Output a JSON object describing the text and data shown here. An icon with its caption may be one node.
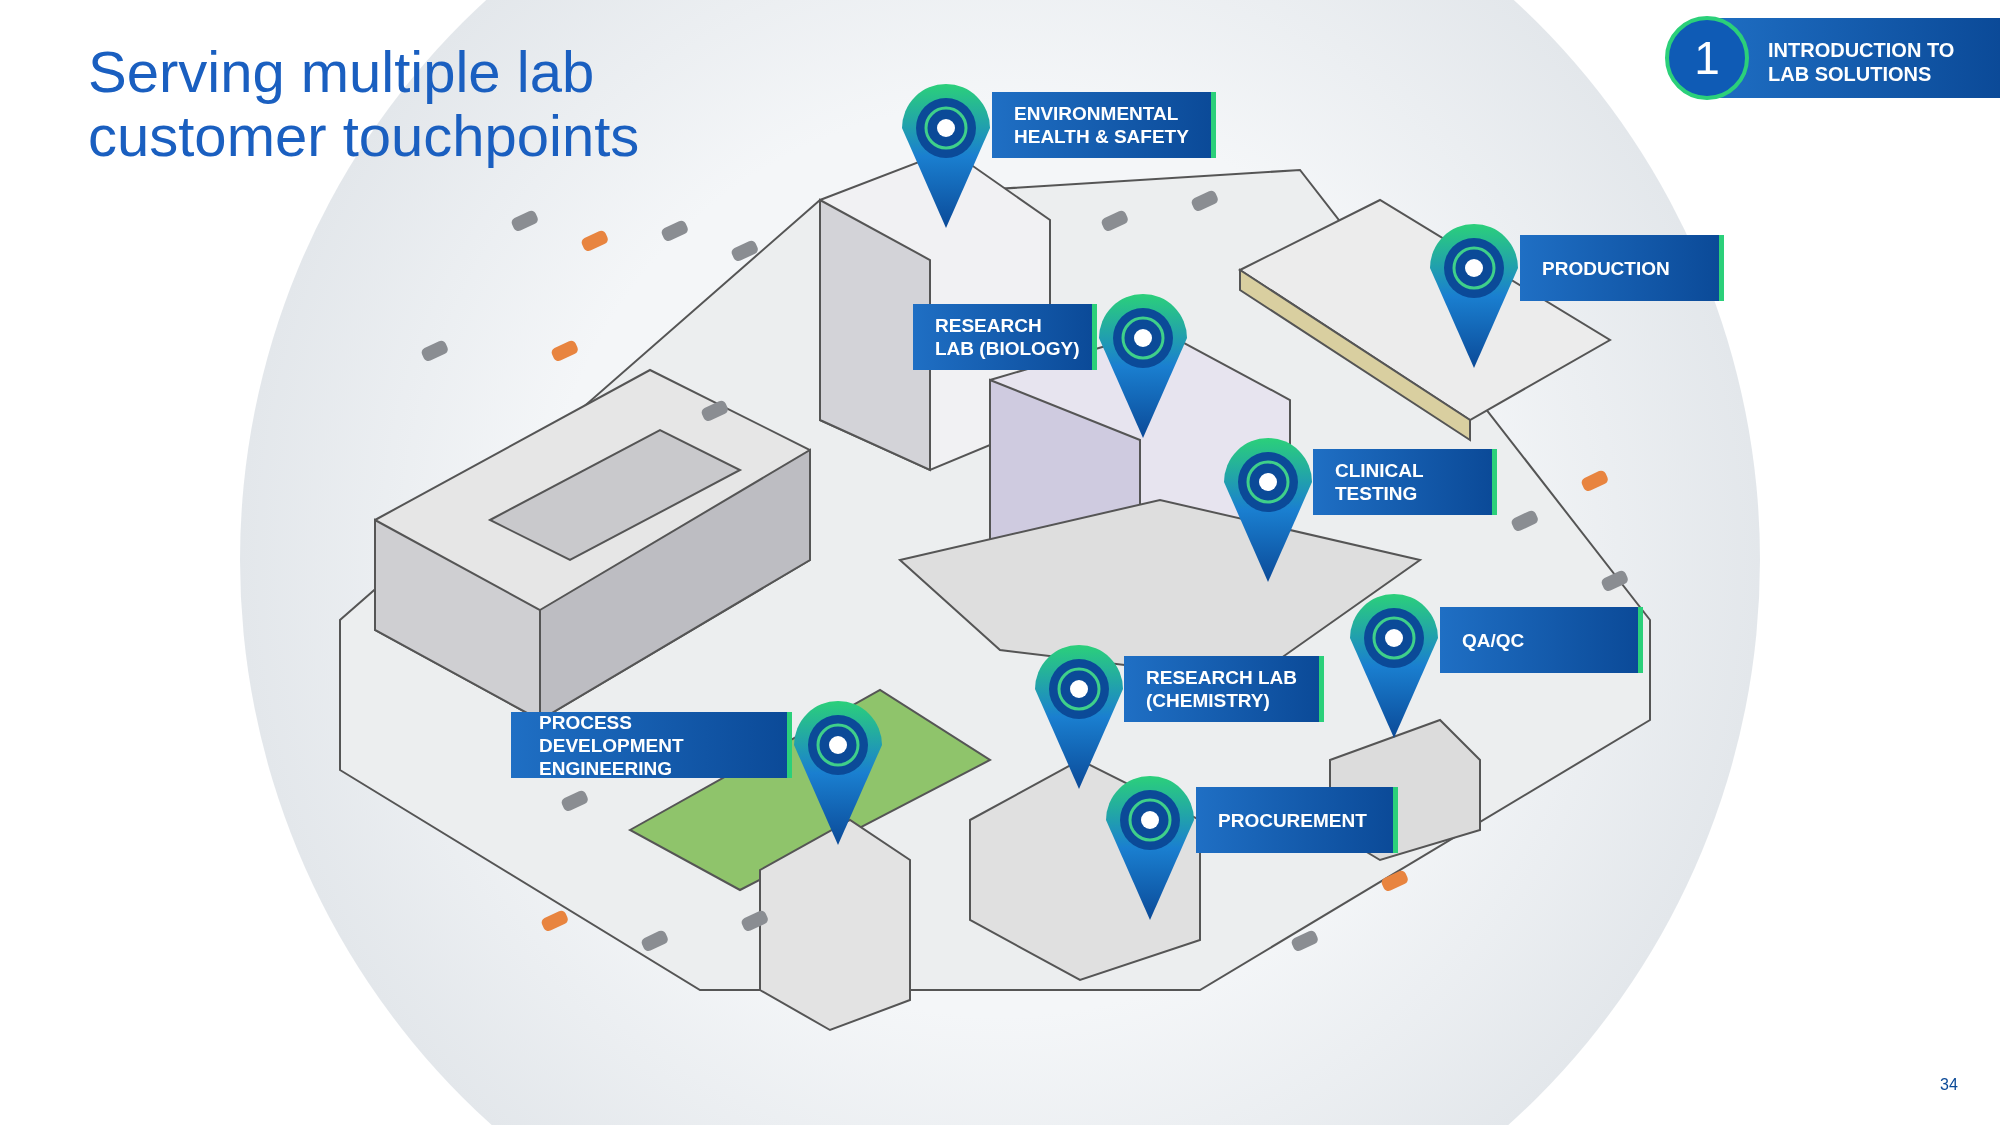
{
  "diagram": {
    "title": "Serving multiple lab customer touchpoints",
    "nodes": [
      {
        "text": [
          "ENVIRONMENTAL HEALTH & SAFETY"
        ]
      },
      {
        "text": [
          "PRODUCTION"
        ]
      },
      {
        "text": [
          "RESEARCH LAB (BIOLOGY)"
        ]
      },
      {
        "text": [
          "CLINICAL TESTING"
        ]
      },
      {
        "text": [
          "QA/QC"
        ]
      },
      {
        "text": [
          "RESEARCH LAB (CHEMISTRY)"
        ]
      },
      {
        "text": [
          "PROCESS DEVELOPMENT ENGINEERING"
        ]
      },
      {
        "text": [
          "PROCUREMENT"
        ]
      }
    ],
    "labels": [
      "1",
      "INTRODUCTION TO LAB SOLUTIONS",
      "34"
    ]
  }
}
